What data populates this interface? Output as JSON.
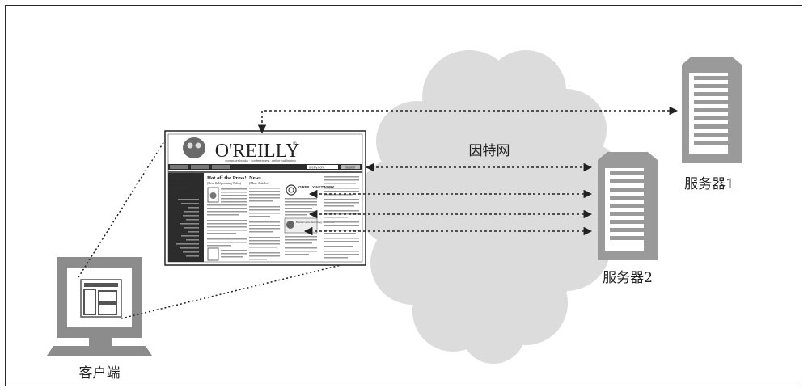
{
  "labels": {
    "internet": "因特网",
    "server1": "服务器1",
    "server2": "服务器2",
    "client": "客户端"
  },
  "webpage": {
    "brand": "O'REILLY",
    "brand_mark": "®",
    "tagline": "computer books · conferences · online publishing",
    "search_value": "oreilly.com",
    "search_button": "Search",
    "nav_items": [
      "Search",
      "Product List",
      "Press Room",
      "Jobs"
    ],
    "headline": "Hot off the Press!",
    "subhead": "(New & Upcoming Titles)",
    "news_title": "News",
    "news_sub": "(More Articles)",
    "promo_1": "O'REILLY NETWORK",
    "promo_2": "Bioinformatics Technology Conference"
  },
  "colors": {
    "cloud_fill": "#dcdcdc",
    "server_fill": "#9a9a9a",
    "monitor_fill": "#8c8c8c",
    "line": "#222222"
  }
}
